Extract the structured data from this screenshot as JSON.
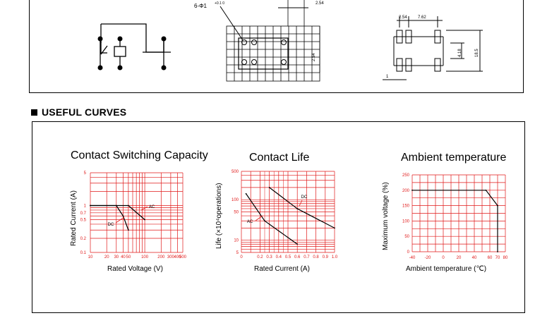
{
  "drawing": {
    "hole_label": "6-Φ1",
    "hole_tol": "+0.1 0",
    "dim_254_top": "2.54",
    "dim_254_side": "2.54",
    "dim_254_pin": "2.54",
    "dim_762": "7.62",
    "dim_418": "4.18",
    "dim_185": "18.5",
    "dim_1": "1"
  },
  "section": {
    "title": "USEFUL CURVES"
  },
  "charts": [
    {
      "title": "Contact Switching Capacity",
      "xlabel": "Rated Voltage  (V)",
      "ylabel": "Rated Current  (A)",
      "xticks": [
        "10",
        "20",
        "30",
        "40",
        "50",
        "100",
        "200",
        "300",
        "400",
        "500"
      ],
      "yticks": [
        "5",
        "1",
        "0.7",
        "0.5",
        "0.2",
        "0.1"
      ],
      "series_labels": [
        "DC",
        "AC"
      ]
    },
    {
      "title": "Contact Life",
      "xlabel": "Rated Current  (A)",
      "ylabel": "Life (×10⁴operations)",
      "xticks": [
        "0",
        "0.2",
        "0.3",
        "0.4",
        "0.5",
        "0.6",
        "0.7",
        "0.8",
        "0.9",
        "1.0"
      ],
      "yticks": [
        "500",
        "100",
        "50",
        "10",
        "5"
      ],
      "series_labels": [
        "DC",
        "AC"
      ]
    },
    {
      "title": "Ambient temperature",
      "xlabel": "Ambient temperature (℃)",
      "ylabel": "Maximum voltage (%)",
      "xticks": [
        "-40",
        "-20",
        "0",
        "20",
        "40",
        "60",
        "70",
        "80"
      ],
      "yticks": [
        "250",
        "200",
        "150",
        "100",
        "50",
        "0"
      ]
    }
  ],
  "chart_data": [
    {
      "type": "line",
      "title": "Contact Switching Capacity",
      "xlabel": "Rated Voltage  (V)",
      "ylabel": "Rated Current  (A)",
      "xscale": "log",
      "yscale": "log",
      "series": [
        {
          "name": "DC",
          "x": [
            10,
            30,
            40,
            50
          ],
          "y": [
            1,
            1,
            0.6,
            0.3
          ]
        },
        {
          "name": "AC",
          "x": [
            10,
            50,
            100
          ],
          "y": [
            1,
            1,
            0.5
          ]
        }
      ]
    },
    {
      "type": "line",
      "title": "Contact Life",
      "xlabel": "Rated Current  (A)",
      "ylabel": "Life (×10⁴operations)",
      "yscale": "log",
      "series": [
        {
          "name": "DC",
          "x": [
            0.3,
            0.6,
            1.0
          ],
          "y": [
            200,
            60,
            20
          ]
        },
        {
          "name": "AC",
          "x": [
            0.05,
            0.25,
            0.6
          ],
          "y": [
            140,
            30,
            8
          ]
        }
      ]
    },
    {
      "type": "line",
      "title": "Ambient temperature",
      "xlabel": "Ambient temperature (℃)",
      "ylabel": "Maximum voltage (%)",
      "xlim": [
        -40,
        80
      ],
      "ylim": [
        0,
        250
      ],
      "series": [
        {
          "x": [
            -40,
            55,
            70,
            70
          ],
          "y": [
            200,
            200,
            150,
            0
          ]
        }
      ]
    }
  ]
}
